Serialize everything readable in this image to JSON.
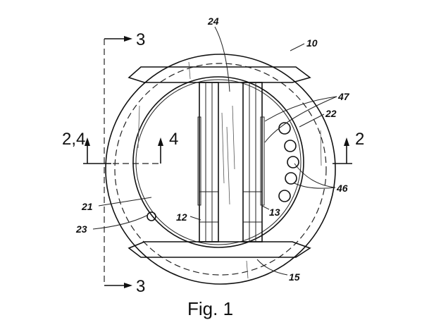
{
  "figure": {
    "caption": "Fig. 1",
    "section_labels": {
      "top_3": "3",
      "bottom_3": "3",
      "left_24": "2,4",
      "right_2": "2",
      "inner_4": "4"
    },
    "reference_numerals": {
      "r10": "10",
      "r24": "24",
      "r47": "47",
      "r22": "22",
      "r46": "46",
      "r21": "21",
      "r23": "23",
      "r12": "12",
      "r13": "13",
      "r15": "15"
    }
  }
}
